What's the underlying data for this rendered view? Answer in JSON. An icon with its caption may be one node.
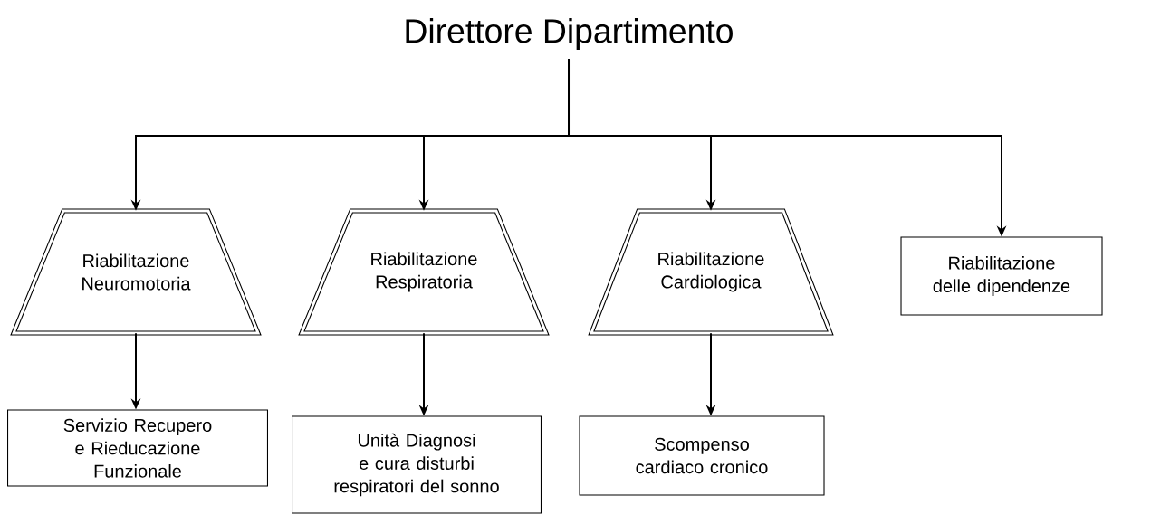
{
  "diagram": {
    "nodes": [
      {
        "text": [
          "Direttore Dipartimento"
        ]
      },
      {
        "text": [
          "Riabilitazione Neuromotoria"
        ]
      },
      {
        "text": [
          "Riabilitazione Respiratoria"
        ]
      },
      {
        "text": [
          "Riabilitazione Cardiologica"
        ]
      },
      {
        "text": [
          "Riabilitazione delle dipendenze"
        ]
      },
      {
        "text": [
          "Servizio Recupero e Rieducazione Funzionale"
        ]
      },
      {
        "text": [
          "Unità Diagnosi e cura disturbi respiratori del sonno"
        ]
      },
      {
        "text": [
          "Scompenso cardiaco cronico"
        ]
      }
    ],
    "edges": [
      {
        "from": 0,
        "to": 1,
        "arrow": "to"
      },
      {
        "from": 0,
        "to": 2,
        "arrow": "to"
      },
      {
        "from": 0,
        "to": 3,
        "arrow": "to"
      },
      {
        "from": 0,
        "to": 4,
        "arrow": "to"
      },
      {
        "from": 1,
        "to": 5,
        "arrow": "to"
      },
      {
        "from": 2,
        "to": 6,
        "arrow": "to"
      },
      {
        "from": 3,
        "to": 7,
        "arrow": "to"
      }
    ]
  }
}
